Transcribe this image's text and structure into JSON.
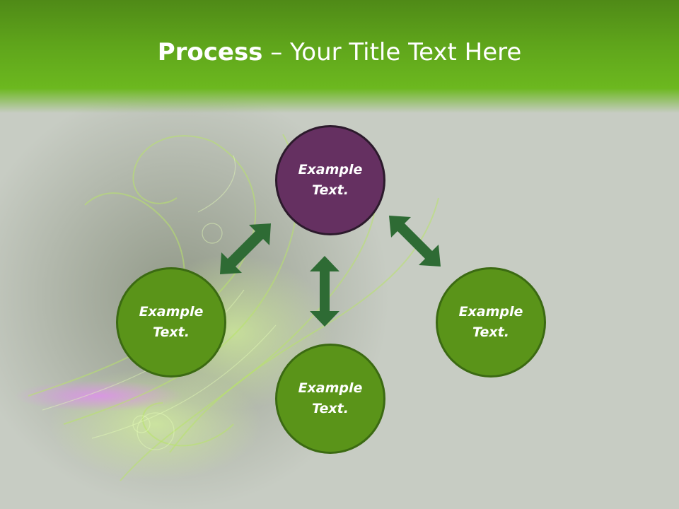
{
  "title": {
    "bold": "Process",
    "rest": " – Your Title Text Here"
  },
  "nodes": {
    "top": "Example Text.",
    "left": "Example Text.",
    "right": "Example Text.",
    "bottom": "Example Text."
  },
  "colors": {
    "header": "#5fa51b",
    "node_green": "#5a9419",
    "node_purple": "#653061",
    "arrow": "#2e6b34"
  }
}
